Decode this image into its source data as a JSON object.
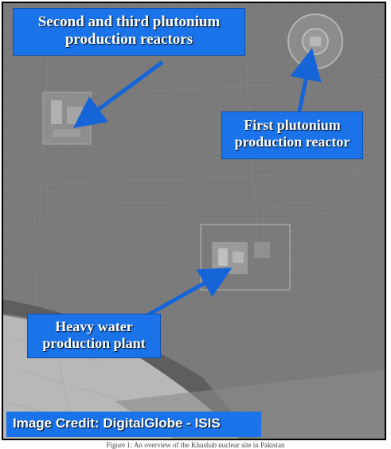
{
  "labels": {
    "second_third_reactors": {
      "line1": "Second and third plutonium",
      "line2": "production reactors"
    },
    "first_reactor": {
      "line1": "First plutonium",
      "line2": "production reactor"
    },
    "heavy_water": {
      "line1": "Heavy water",
      "line2": "production plant"
    }
  },
  "credit": "Image Credit: DigitalGlobe - ISIS",
  "caption": "Figure 1: An overview of the Khushab nuclear site in Pakistan",
  "colors": {
    "label_blue": "#1a73e8",
    "arrow_blue": "#1565d8",
    "terrain_gray": "#7a7a7a"
  }
}
